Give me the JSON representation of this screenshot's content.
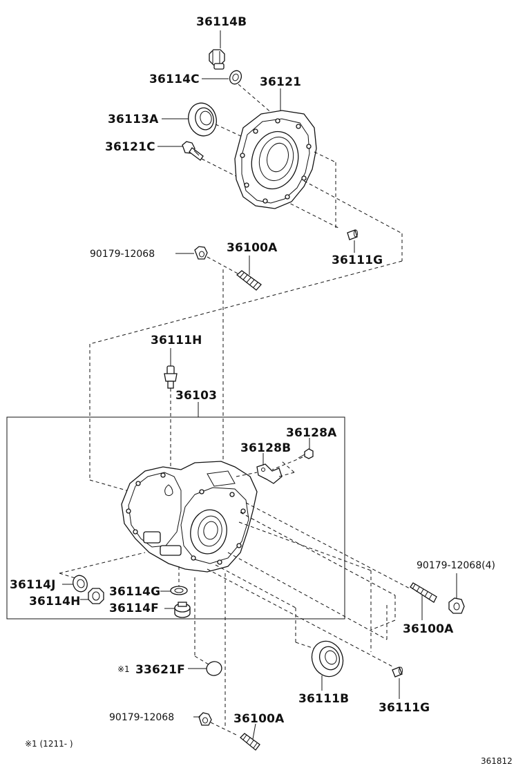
{
  "labels": {
    "p36114B": "36114B",
    "p36114C": "36114C",
    "p36121": "36121",
    "p36113A": "36113A",
    "p36121C": "36121C",
    "p90179_top": "90179-12068",
    "p36100A_top": "36100A",
    "p36111G_top": "36111G",
    "p36111H": "36111H",
    "p36103": "36103",
    "p36128A": "36128A",
    "p36128B": "36128B",
    "p90179_right": "90179-12068(4)",
    "p36114J": "36114J",
    "p36114G": "36114G",
    "p36114H": "36114H",
    "p36114F": "36114F",
    "p36100A_right": "36100A",
    "p33621F": "33621F",
    "p36111B": "36111B",
    "p36111G_bottom": "36111G",
    "p90179_bottom": "90179-12068",
    "p36100A_bottom": "36100A"
  },
  "notes": {
    "mark": "※1",
    "footnote": "※1 (1211-    )",
    "diagram_id": "361812"
  }
}
